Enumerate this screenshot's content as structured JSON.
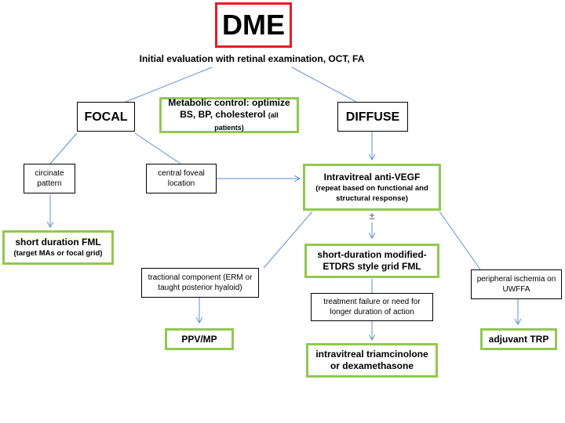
{
  "title": "DME",
  "subtitle": "Initial evaluation with retinal examination, OCT, FA",
  "focal": "FOCAL",
  "diffuse": "DIFFUSE",
  "metabolic": {
    "main": "Metabolic control: optimize BS, BP, cholesterol",
    "note": "(all patients)"
  },
  "circinate": "circinate pattern",
  "central_foveal": "central foveal location",
  "anti_vegf": {
    "main": "Intravitreal anti-VEGF",
    "note": "(repeat based on functional and structural response)"
  },
  "plus_minus": "±",
  "short_fml": {
    "main": "short duration FML",
    "note": "(target MAs or focal grid)"
  },
  "tractional": "tractional component  (ERM or taught posterior hyaloid)",
  "grid_fml": "short-duration modified-ETDRS style grid FML",
  "peripheral": "peripheral ischemia on UWFFA",
  "treatment_failure": "treatment failure or need for longer duration of action",
  "ppv": "PPV/MP",
  "triamcinolone": "intravitreal triamcinolone or dexamethasone",
  "adjuvant": "adjuvant TRP",
  "colors": {
    "title_border": "#e31e24",
    "box_border": "#92c84f",
    "arrow": "#5b8fd4"
  }
}
